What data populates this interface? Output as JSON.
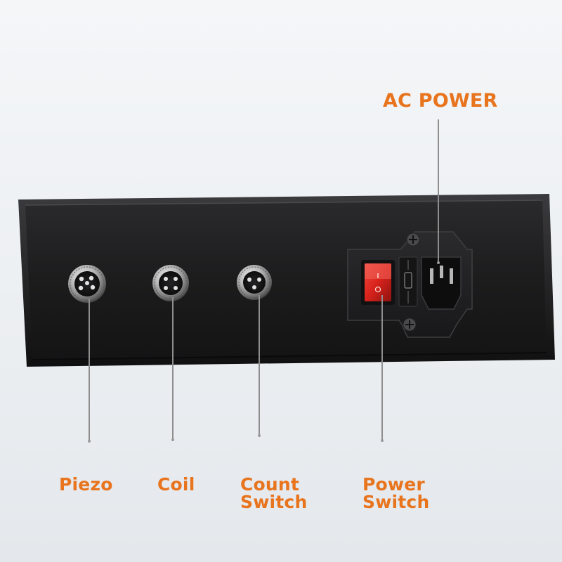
{
  "labels": {
    "ac_power": "AC POWER",
    "piezo": "Piezo",
    "coil": "Coil",
    "count_switch": [
      "Count",
      "Switch"
    ],
    "power_switch": [
      "Power",
      "Switch"
    ]
  },
  "colors": {
    "label": "#e8741e",
    "panel": "#1b1b1c",
    "switch": "#d8221c",
    "leader": "#8e8e8e"
  },
  "icons": [
    "piezo-connector-icon",
    "coil-connector-icon",
    "count-switch-connector-icon",
    "rocker-switch-icon",
    "iec-inlet-icon",
    "fuse-holder-icon"
  ]
}
